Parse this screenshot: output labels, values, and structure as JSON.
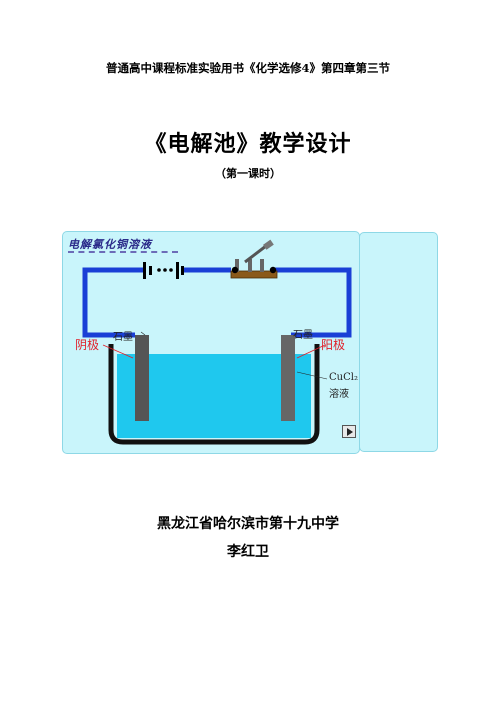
{
  "header": {
    "text": "普通高中课程标准实验用书《化学选修4》第四章第三节"
  },
  "document": {
    "title": "《电解池》教学设计",
    "subtitle": "（第一课时）",
    "school": "黑龙江省哈尔滨市第十九中学",
    "author": "李红卫"
  },
  "figure": {
    "title": "电解氯化铜溶液",
    "left_material": "石墨",
    "right_material": "石墨",
    "cathode_label": "阴极",
    "anode_label": "阳极",
    "solution_label_line1": "CuCl₂",
    "solution_label_line2": "溶液",
    "play_icon": "play-icon",
    "colors": {
      "panel_bg": "#c9f5fb",
      "wire": "#1a3fd6",
      "solution": "#1fc8ee",
      "electrode": "#555555",
      "label_red": "#e0202a"
    }
  }
}
